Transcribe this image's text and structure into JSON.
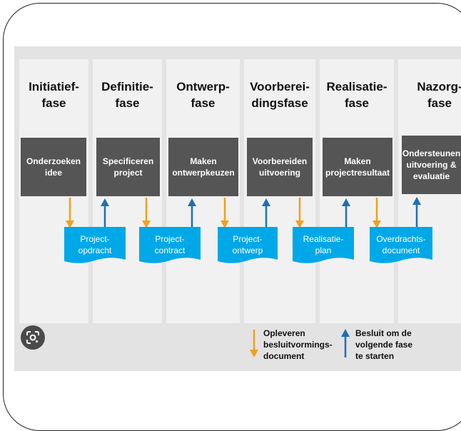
{
  "colors": {
    "box_bg": "#555555",
    "doc_bg": "#00a8e8",
    "arrow_deliver": "#f2a01c",
    "arrow_start": "#1d6fb8"
  },
  "phases": [
    {
      "title": "Initiatief-\nfase",
      "activity": "Onderzoeken\nidee"
    },
    {
      "title": "Definitie-\nfase",
      "activity": "Specificeren\nproject"
    },
    {
      "title": "Ontwerp-\nfase",
      "activity": "Maken\nontwerpkeuzen"
    },
    {
      "title": "Voorberei-\ndingsfase",
      "activity": "Voorbereiden\nuitvoering"
    },
    {
      "title": "Realisatie-\nfase",
      "activity": "Maken\nprojectresultaat"
    },
    {
      "title": "Nazorg-\nfase",
      "activity": "Ondersteunen\nuitvoering &\nevaluatie"
    }
  ],
  "documents": [
    "Project-\nopdracht",
    "Project-\ncontract",
    "Project-\nontwerp",
    "Realisatie-\nplan",
    "Overdrachts-\ndocument"
  ],
  "legend": {
    "deliver": "Opleveren\nbesluitvormings-\ndocument",
    "start": "Besluit om de\nvolgende fase\nte starten"
  },
  "icons": {
    "lens": "google-lens-icon",
    "deliver_arrow": "arrow-down-icon",
    "start_arrow": "arrow-up-icon"
  }
}
